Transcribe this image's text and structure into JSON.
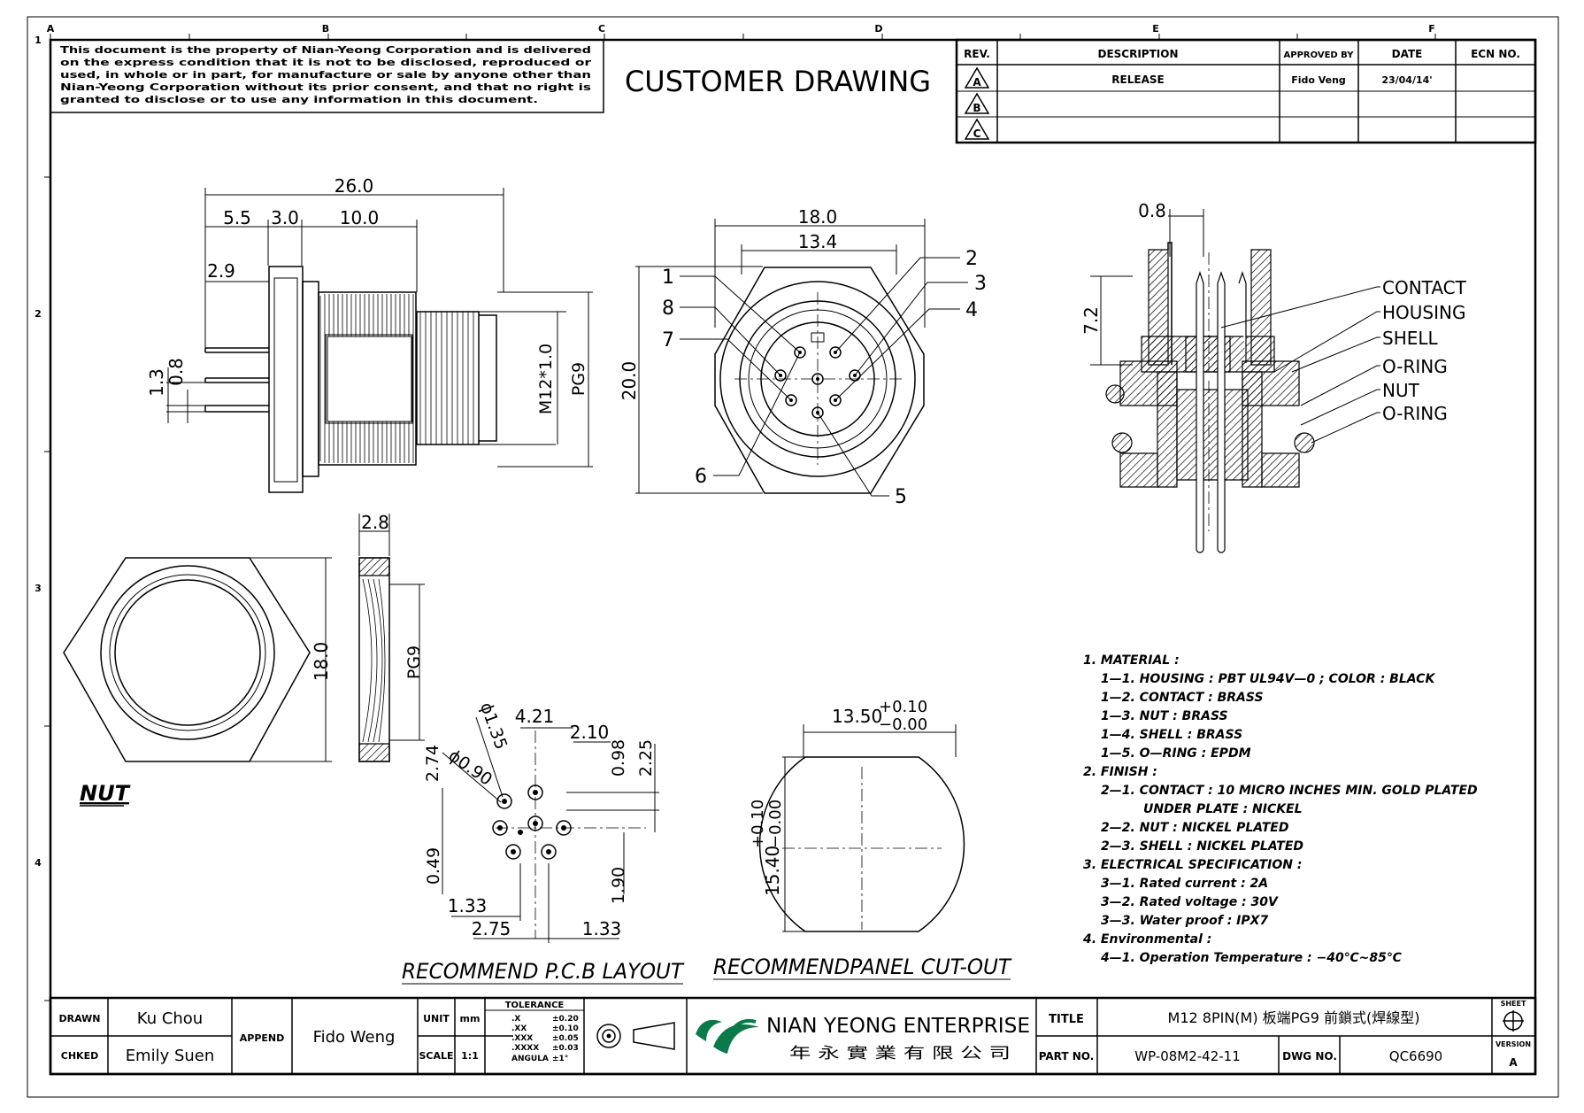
{
  "border": {
    "cols": [
      "A",
      "B",
      "C",
      "D",
      "E",
      "F"
    ],
    "rows": [
      "1",
      "2",
      "3",
      "4"
    ]
  },
  "notice": {
    "lines": [
      "This document is the property of Nian-Yeong Corporation and is delivered",
      "on  the  express condition that it is not to be disclosed, reproduced or",
      "used, in whole or in part, for manufacture or sale by anyone other than",
      "Nian-Yeong Corporation without  its prior consent, and that  no right  is",
      "granted to disclose or to use any information in this  document."
    ]
  },
  "heading": "CUSTOMER  DRAWING",
  "revision_table": {
    "headers": [
      "REV.",
      "DESCRIPTION",
      "APPROVED BY",
      "DATE",
      "ECN NO."
    ],
    "rows": [
      {
        "rev": "A",
        "description": "RELEASE",
        "approved_by": "Fido Veng",
        "date": "23/04/14'",
        "ecn": ""
      },
      {
        "rev": "B",
        "description": "",
        "approved_by": "",
        "date": "",
        "ecn": ""
      },
      {
        "rev": "C",
        "description": "",
        "approved_by": "",
        "date": "",
        "ecn": ""
      }
    ]
  },
  "side_view": {
    "dims": {
      "overall": "26.0",
      "d1": "5.5",
      "d2": "3.0",
      "d3": "10.0",
      "pin_len": "2.9",
      "pin_pitch1": "1.3",
      "pin_pitch2": "0.8",
      "thread": "M12*1.0",
      "pg": "PG9"
    }
  },
  "front_view": {
    "dims": {
      "width_outer": "18.0",
      "width_inner": "13.4",
      "height": "20.0"
    },
    "pins": [
      "1",
      "2",
      "3",
      "4",
      "5",
      "6",
      "7",
      "8"
    ]
  },
  "section_view": {
    "dims": {
      "top": "0.8",
      "height": "7.2"
    },
    "callouts": [
      "CONTACT",
      "HOUSING",
      "SHELL",
      "O-RING",
      "NUT",
      "O-RING"
    ]
  },
  "nut_view": {
    "label": "NUT",
    "dims": {
      "thickness": "2.8",
      "across_flats": "18.0",
      "thread": "PG9"
    }
  },
  "pcb_layout": {
    "title": "RECOMMEND  P.C.B  LAYOUT",
    "dims": [
      "4.21",
      "2.10",
      "ϕ1.35",
      "2.74",
      "ϕ0.90",
      "0.98",
      "2.25",
      "0.49",
      "1.90",
      "1.33",
      "2.75",
      "1.33"
    ]
  },
  "panel_cutout": {
    "title": "RECOMMENDPANEL  CUT-OUT",
    "width": {
      "value": "13.50",
      "tol_plus": "+0.10",
      "tol_minus": "−0.00"
    },
    "height": {
      "value": "15.40",
      "tol_plus": "+0.10",
      "tol_minus": "−0.00"
    }
  },
  "notes": [
    {
      "text": "1.  MATERIAL  :",
      "indent": 0
    },
    {
      "text": "1—1.  HOUSING  :  PBT  UL94V—0  ;  COLOR  :  BLACK",
      "indent": 1
    },
    {
      "text": "1—2.  CONTACT  :  BRASS",
      "indent": 1
    },
    {
      "text": "1—3.  NUT  :  BRASS",
      "indent": 1
    },
    {
      "text": "1—4.  SHELL  :  BRASS",
      "indent": 1
    },
    {
      "text": "1—5.  O—RING  :  EPDM",
      "indent": 1
    },
    {
      "text": "2.  FINISH  :",
      "indent": 0
    },
    {
      "text": "2—1.  CONTACT  :  10  MICRO  INCHES  MIN.  GOLD  PLATED",
      "indent": 1
    },
    {
      "text": "UNDER  PLATE  :  NICKEL",
      "indent": 2
    },
    {
      "text": "2—2.  NUT  :  NICKEL  PLATED",
      "indent": 1
    },
    {
      "text": "2—3.  SHELL  :  NICKEL  PLATED",
      "indent": 1
    },
    {
      "text": "3.  ELECTRICAL  SPECIFICATION  :",
      "indent": 0
    },
    {
      "text": "3—1.  Rated  current  :  2A",
      "indent": 1
    },
    {
      "text": "3—2.  Rated  voltage  :  30V",
      "indent": 1
    },
    {
      "text": "3—3.  Water  proof  :  IPX7",
      "indent": 1
    },
    {
      "text": "4.  Environmental  :",
      "indent": 0
    },
    {
      "text": "4—1.  Operation  Temperature  :  −40℃~85℃",
      "indent": 1
    }
  ],
  "title_block": {
    "drawn_label": "DRAWN",
    "drawn": "Ku Chou",
    "checked_label": "CHKED",
    "checked": "Emily Suen",
    "append_label": "APPEND",
    "append": "Fido Weng",
    "unit_label": "UNIT",
    "unit": "mm",
    "scale_label": "SCALE",
    "scale": "1:1",
    "tolerance": {
      "title": "TOLERANCE",
      "rows": [
        [
          ".X",
          "±0.20"
        ],
        [
          ".XX",
          "±0.10"
        ],
        [
          ".XXX",
          "±0.05"
        ],
        [
          ".XXXX",
          "±0.03"
        ],
        [
          "ANGULA",
          "±1°"
        ]
      ]
    },
    "company_en": "NIAN YEONG ENTERPRISE",
    "company_zh": "年 永 實 業 有 限 公 司",
    "title_label": "TITLE",
    "title": "M12  8PIN(M)  板端PG9  前鎖式(焊線型)",
    "part_label": "PART NO.",
    "part": "WP-08M2-42-11",
    "dwg_label": "DWG NO.",
    "dwg": "QC6690",
    "sheet_label": "SHEET",
    "version_label": "VERSION",
    "version": "A"
  }
}
